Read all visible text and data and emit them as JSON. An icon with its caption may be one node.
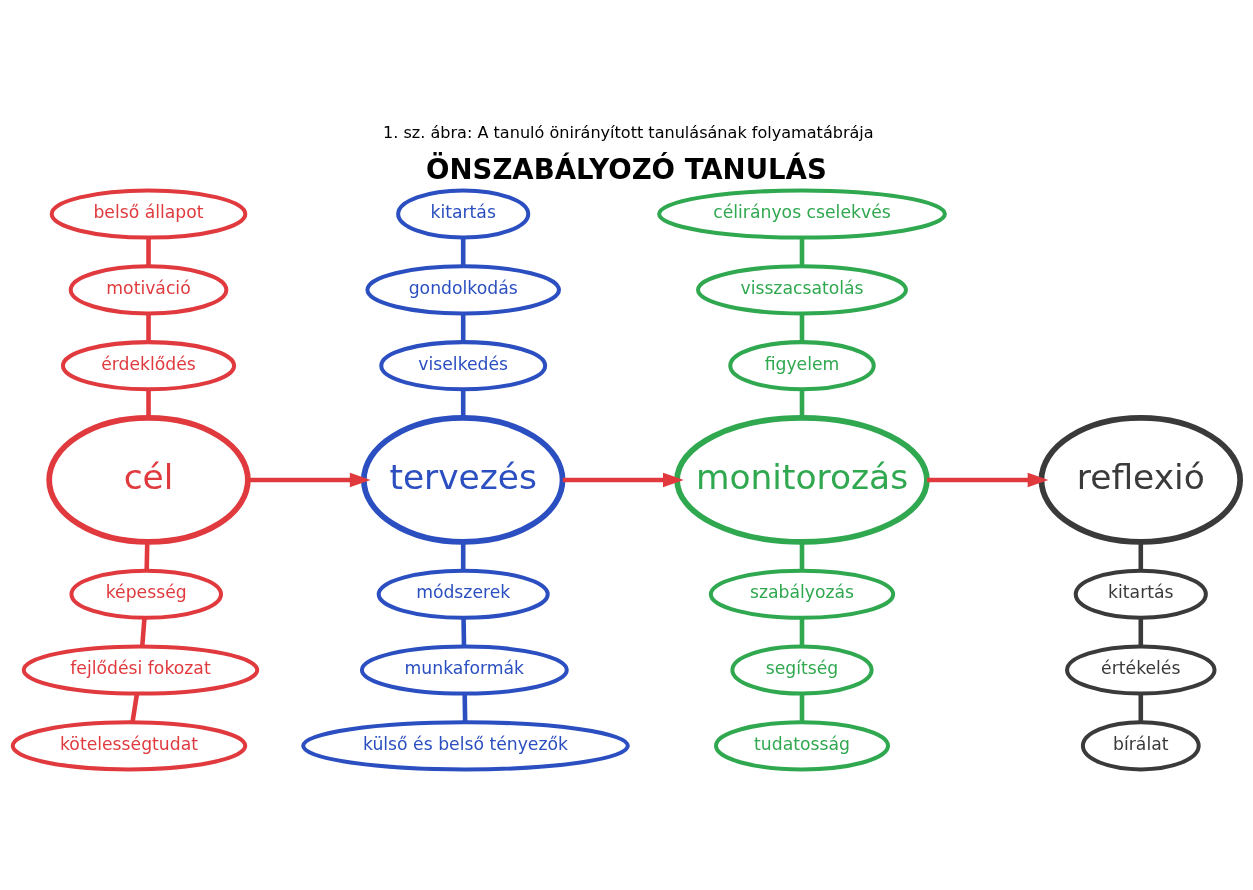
{
  "diagram": {
    "caption": "1. sz. ábra: A tanuló önirányított tanulásának folyamatábrája",
    "title": "ÖNSZABÁLYOZÓ TANULÁS",
    "nodes": [
      {
        "text": [
          "belső állapot"
        ]
      },
      {
        "text": [
          "motiváció"
        ]
      },
      {
        "text": [
          "érdeklődés"
        ]
      },
      {
        "text": [
          "cél"
        ]
      },
      {
        "text": [
          "képesség"
        ]
      },
      {
        "text": [
          "fejlődési fokozat"
        ]
      },
      {
        "text": [
          "kötelességtudat"
        ]
      },
      {
        "text": [
          "kitartás"
        ]
      },
      {
        "text": [
          "gondolkodás"
        ]
      },
      {
        "text": [
          "viselkedés"
        ]
      },
      {
        "text": [
          "tervezés"
        ]
      },
      {
        "text": [
          "módszerek"
        ]
      },
      {
        "text": [
          "munkaformák"
        ]
      },
      {
        "text": [
          "külső és belső tényezők"
        ]
      },
      {
        "text": [
          "célirányos cselekvés"
        ]
      },
      {
        "text": [
          "visszacsatolás"
        ]
      },
      {
        "text": [
          "figyelem"
        ]
      },
      {
        "text": [
          "monitorozás"
        ]
      },
      {
        "text": [
          "szabályozás"
        ]
      },
      {
        "text": [
          "segítség"
        ]
      },
      {
        "text": [
          "tudatosság"
        ]
      },
      {
        "text": [
          "reflexió"
        ]
      },
      {
        "text": [
          "kitartás"
        ]
      },
      {
        "text": [
          "értékelés"
        ]
      },
      {
        "text": [
          "bírálat"
        ]
      }
    ],
    "edges": [
      {
        "from": 0,
        "to": 1,
        "arrow": "none",
        "color": "#e03a3e"
      },
      {
        "from": 1,
        "to": 2,
        "arrow": "none",
        "color": "#e03a3e"
      },
      {
        "from": 2,
        "to": 3,
        "arrow": "none",
        "color": "#e03a3e"
      },
      {
        "from": 3,
        "to": 4,
        "arrow": "none",
        "color": "#e03a3e"
      },
      {
        "from": 4,
        "to": 5,
        "arrow": "none",
        "color": "#e03a3e"
      },
      {
        "from": 5,
        "to": 6,
        "arrow": "none",
        "color": "#e03a3e"
      },
      {
        "from": 7,
        "to": 8,
        "arrow": "none",
        "color": "#2b4fc0"
      },
      {
        "from": 8,
        "to": 9,
        "arrow": "none",
        "color": "#2b4fc0"
      },
      {
        "from": 9,
        "to": 10,
        "arrow": "none",
        "color": "#2b4fc0"
      },
      {
        "from": 10,
        "to": 11,
        "arrow": "none",
        "color": "#2b4fc0"
      },
      {
        "from": 11,
        "to": 12,
        "arrow": "none",
        "color": "#2b4fc0"
      },
      {
        "from": 12,
        "to": 13,
        "arrow": "none",
        "color": "#2b4fc0"
      },
      {
        "from": 14,
        "to": 15,
        "arrow": "none",
        "color": "#2fa84f"
      },
      {
        "from": 15,
        "to": 16,
        "arrow": "none",
        "color": "#2fa84f"
      },
      {
        "from": 16,
        "to": 17,
        "arrow": "none",
        "color": "#2fa84f"
      },
      {
        "from": 17,
        "to": 18,
        "arrow": "none",
        "color": "#2fa84f"
      },
      {
        "from": 18,
        "to": 19,
        "arrow": "none",
        "color": "#2fa84f"
      },
      {
        "from": 19,
        "to": 20,
        "arrow": "none",
        "color": "#2fa84f"
      },
      {
        "from": 21,
        "to": 22,
        "arrow": "none",
        "color": "#3a3a3a"
      },
      {
        "from": 22,
        "to": 23,
        "arrow": "none",
        "color": "#3a3a3a"
      },
      {
        "from": 23,
        "to": 24,
        "arrow": "none",
        "color": "#3a3a3a"
      },
      {
        "from": 3,
        "to": 10,
        "arrow": "to",
        "color": "#e03a3e"
      },
      {
        "from": 10,
        "to": 17,
        "arrow": "to",
        "color": "#e03a3e"
      },
      {
        "from": 17,
        "to": 21,
        "arrow": "to",
        "color": "#e03a3e"
      }
    ]
  }
}
